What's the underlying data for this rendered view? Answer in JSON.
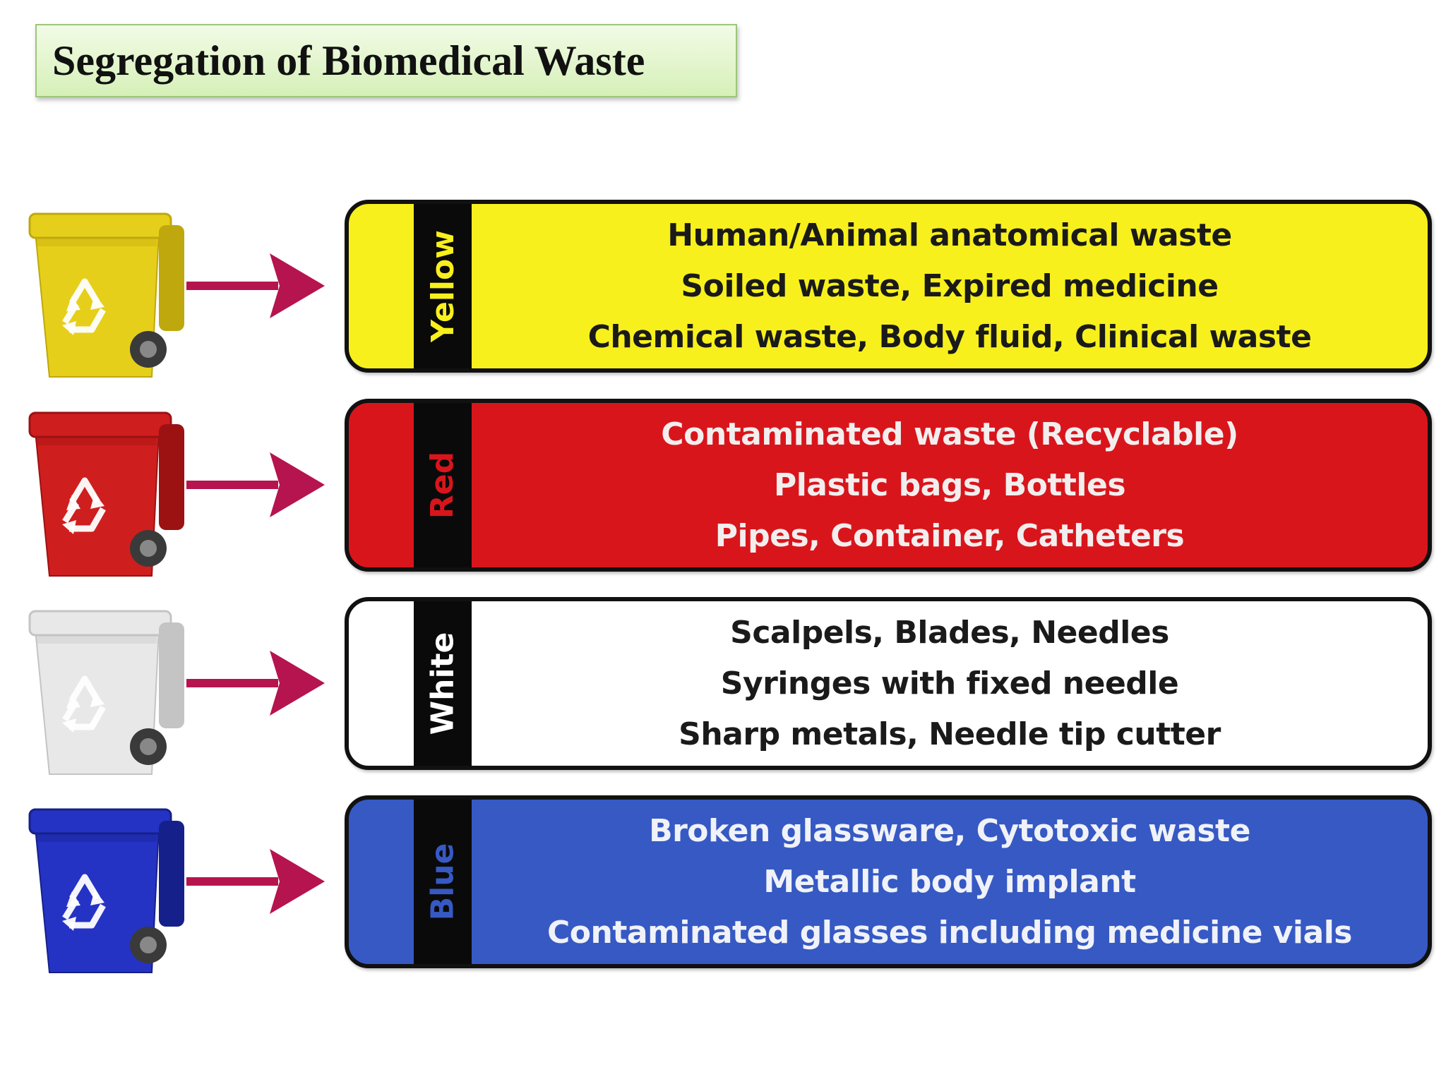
{
  "title": "Segregation of Biomedical Waste",
  "categories": [
    {
      "name": "Yellow",
      "fill": "#f7f01c",
      "bin_color": "#e6cf1a",
      "bin_dark": "#bfa80d",
      "label_color": "#f7f01c",
      "text_color": "#1a1a1a",
      "items": [
        "Human/Animal anatomical waste",
        "Soiled waste, Expired medicine",
        "Chemical waste, Body fluid, Clinical waste"
      ]
    },
    {
      "name": "Red",
      "fill": "#d9151c",
      "bin_color": "#cf1e1e",
      "bin_dark": "#9c1212",
      "label_color": "#d9151c",
      "text_color": "#f2eeee",
      "items": [
        "Contaminated waste (Recyclable)",
        "Plastic bags, Bottles",
        "Pipes, Container, Catheters"
      ]
    },
    {
      "name": "White",
      "fill": "#ffffff",
      "bin_color": "#e8e8e8",
      "bin_dark": "#c4c4c4",
      "label_color": "#ffffff",
      "text_color": "#1a1a1a",
      "items": [
        "Scalpels, Blades, Needles",
        "Syringes with fixed needle",
        "Sharp metals, Needle tip cutter"
      ]
    },
    {
      "name": "Blue",
      "fill": "#3659c4",
      "bin_color": "#2433c4",
      "bin_dark": "#16208a",
      "label_color": "#3659c4",
      "text_color": "#f0f2f8",
      "items": [
        "Broken glassware, Cytotoxic waste",
        "Metallic body implant",
        "Contaminated glasses including medicine vials"
      ]
    }
  ],
  "arrow_color": "#b5144f",
  "bin_icon": "recycling-bin-icon",
  "arrow_icon": "arrow-right-icon"
}
